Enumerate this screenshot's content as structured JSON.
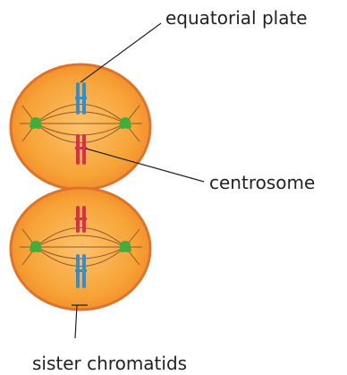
{
  "labels": {
    "equatorial_plate": "equatorial plate",
    "centrosome": "centrosome",
    "sister_chromatids": "sister chromatids"
  },
  "colors": {
    "cell_fill": "#F7A437",
    "cell_center": "#FDC26B",
    "cell_outline": "#E0732A",
    "spindle": "#8A5A2E",
    "centrosome_green": "#3FAE3A",
    "chromatid_blue": "#2E8FD4",
    "chromatid_red": "#D8304A",
    "leader_line": "#222222"
  }
}
